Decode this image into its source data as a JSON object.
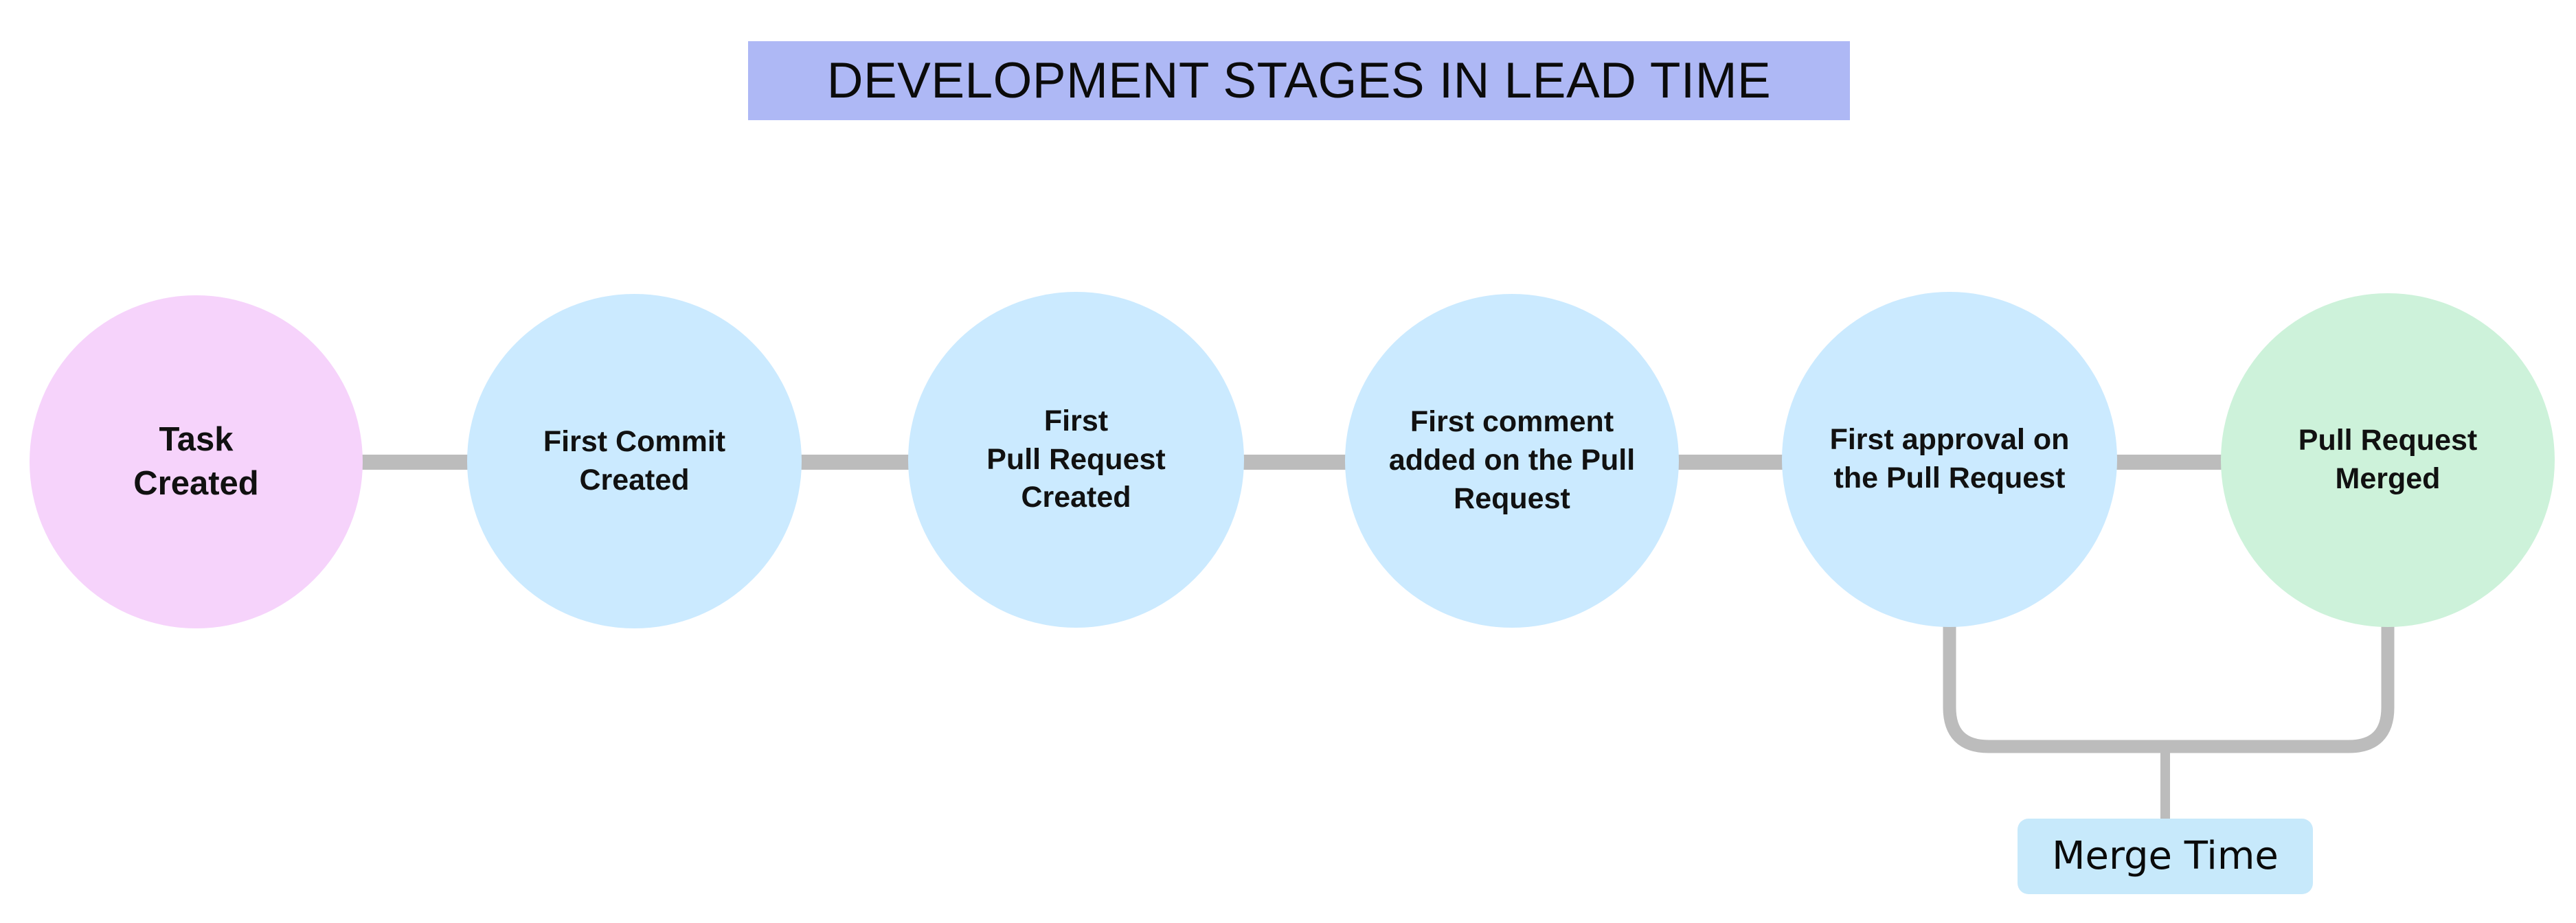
{
  "diagram": {
    "title": "DEVELOPMENT STAGES IN LEAD TIME",
    "title_background": "#aeb8f5",
    "canvas_background": "#ffffff",
    "connector_color": "#bcbcbc",
    "type": "process-flow-timeline",
    "stages": [
      {
        "id": "task-created",
        "label": "Task\nCreated",
        "order": 1,
        "fill": "#f6d3fb",
        "shape": "circle"
      },
      {
        "id": "first-commit-created",
        "label": "First Commit\nCreated",
        "order": 2,
        "fill": "#cbeaff",
        "shape": "circle"
      },
      {
        "id": "first-pull-request-created",
        "label": "First\nPull Request\nCreated",
        "order": 3,
        "fill": "#cbeaff",
        "shape": "circle"
      },
      {
        "id": "first-comment-on-pull-request",
        "label": "First comment\nadded on the Pull\nRequest",
        "order": 4,
        "fill": "#cbeaff",
        "shape": "circle"
      },
      {
        "id": "first-approval-on-pull-request",
        "label": "First approval on\nthe Pull Request",
        "order": 5,
        "fill": "#cbeaff",
        "shape": "circle"
      },
      {
        "id": "pull-request-merged",
        "label": "Pull Request\nMerged",
        "order": 6,
        "fill": "#cdf2da",
        "shape": "circle"
      }
    ],
    "annotations": [
      {
        "id": "merge-time",
        "label": "Merge Time",
        "fill": "#c7e9fb",
        "spans_from": "first-approval-on-pull-request",
        "spans_to": "pull-request-merged"
      }
    ]
  }
}
